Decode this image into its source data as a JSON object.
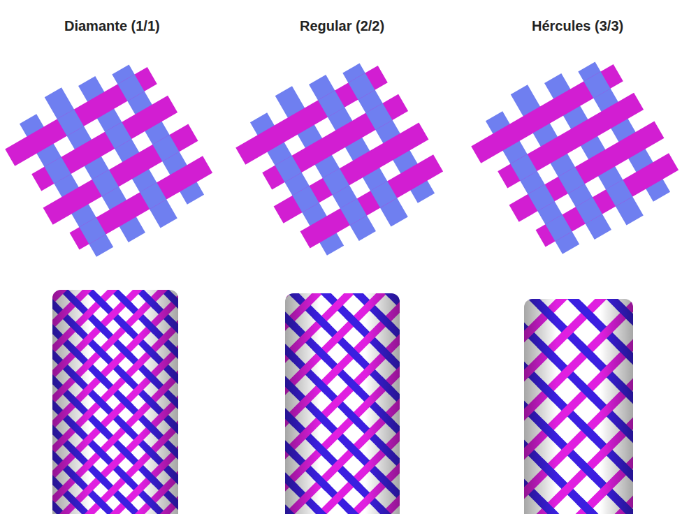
{
  "diagram": {
    "labels": [
      "Diamante (1/1)",
      "Regular (2/2)",
      "Hércules (3/3)"
    ]
  }
}
